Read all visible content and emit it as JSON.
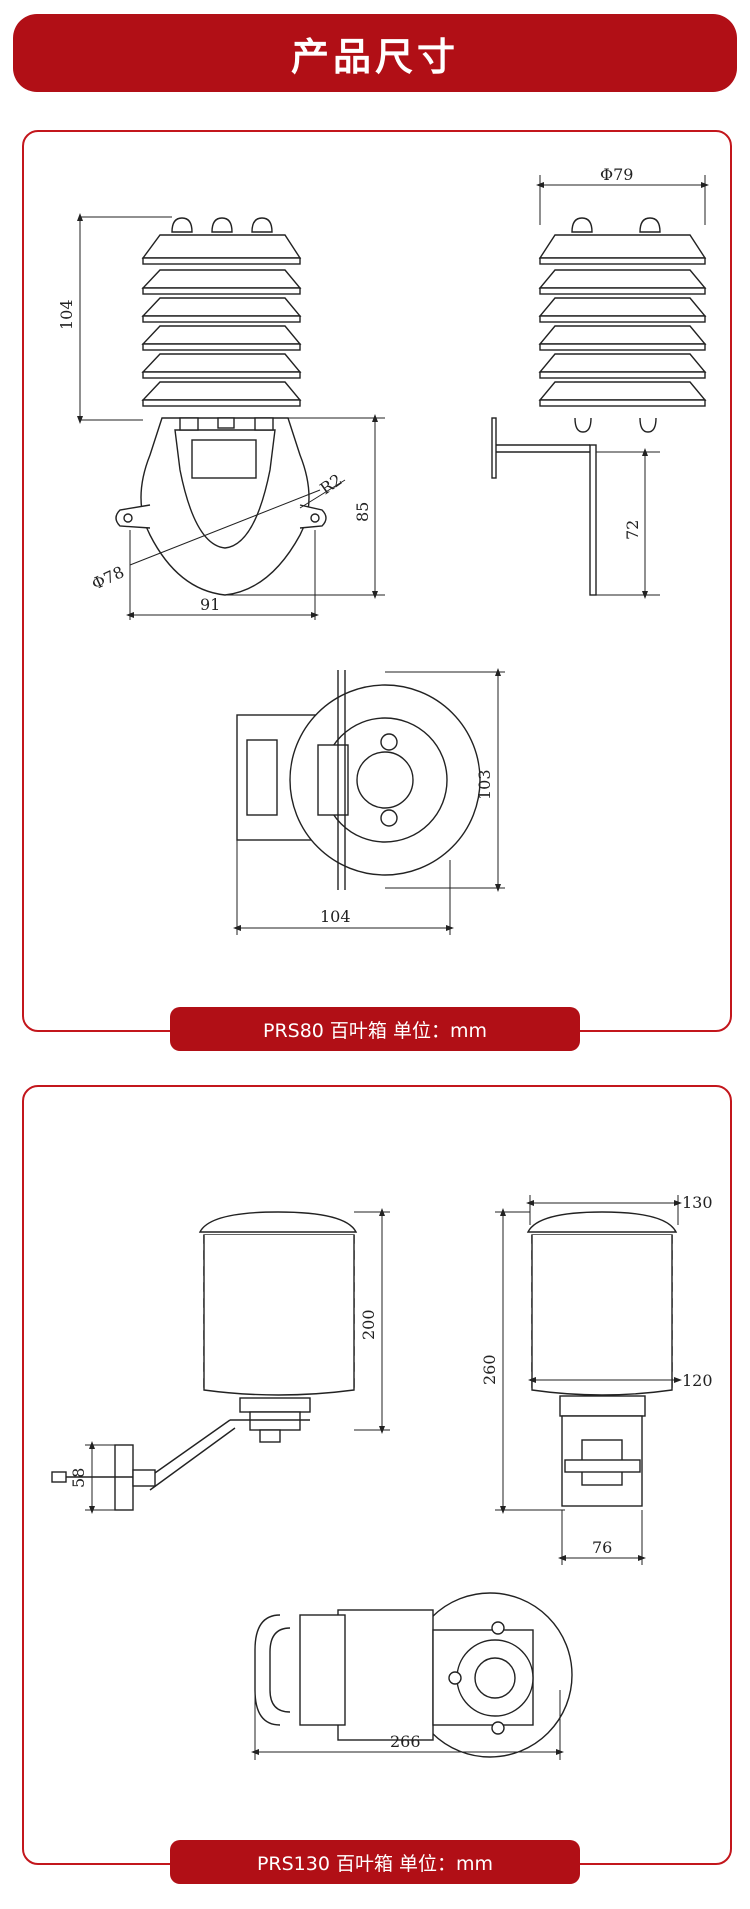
{
  "title": "产品尺寸",
  "panel1": {
    "caption": "PRS80  百叶箱   单位：mm",
    "dims": {
      "d79": "Φ79",
      "h104": "104",
      "h85": "85",
      "h72": "72",
      "r2": "R2",
      "d78": "Φ78",
      "w91": "91",
      "h103": "103",
      "w104": "104"
    }
  },
  "panel2": {
    "caption": "PRS130  百叶箱     单位：mm",
    "dims": {
      "h200": "200",
      "h58": "58",
      "w130": "130",
      "h260": "260",
      "w120": "120",
      "w76": "76",
      "w266": "266"
    }
  },
  "colors": {
    "accent": "#b10f16",
    "line": "#222222"
  }
}
